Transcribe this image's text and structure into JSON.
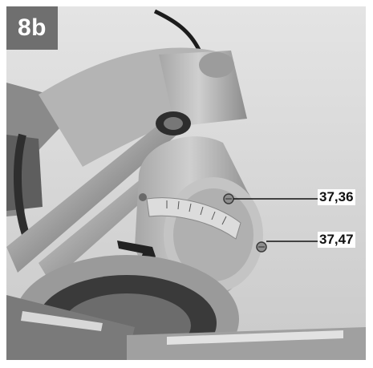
{
  "figure": {
    "label": "8b",
    "badge_color": "#6f6f6f"
  },
  "photo": {
    "subject": "saw-motor-housing-and-slide-rails"
  },
  "callouts": [
    {
      "text": "37,36"
    },
    {
      "text": "37,47"
    }
  ]
}
